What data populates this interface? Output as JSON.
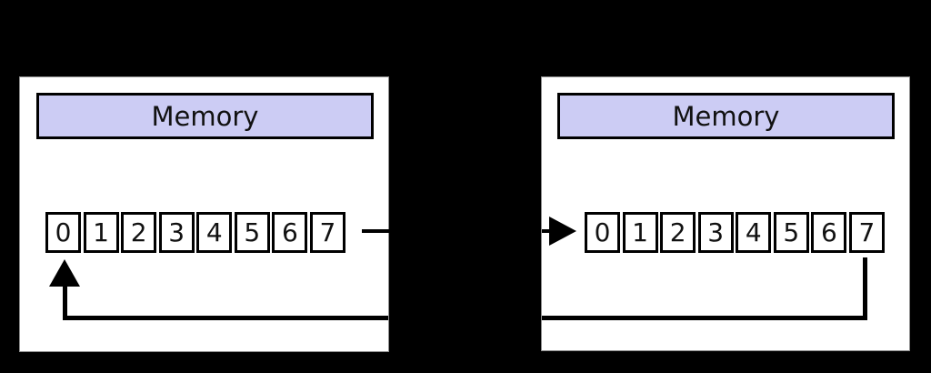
{
  "colors": {
    "background": "#000000",
    "panel_fill": "#ffffff",
    "panel_stroke": "#8f8f8f",
    "memory_header_fill": "#ccccf4",
    "line": "#000000"
  },
  "panels": [
    {
      "side": "left",
      "memory_label": "Memory",
      "cells": [
        "0",
        "1",
        "2",
        "3",
        "4",
        "5",
        "6",
        "7"
      ],
      "arrows": [
        "line-out-right-from-cell-7",
        "loop-arrow-up-into-cell-0"
      ]
    },
    {
      "side": "right",
      "memory_label": "Memory",
      "cells": [
        "0",
        "1",
        "2",
        "3",
        "4",
        "5",
        "6",
        "7"
      ],
      "arrows": [
        "arrow-in-left-into-cell-0",
        "loop-line-down-from-cell-7"
      ]
    }
  ]
}
